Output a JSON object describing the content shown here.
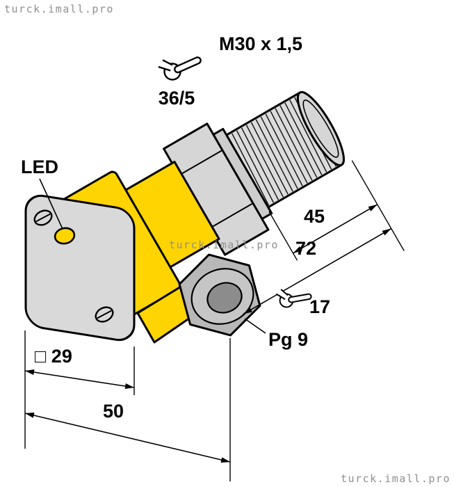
{
  "watermark": {
    "text": "turck.imall.pro"
  },
  "drawing": {
    "type": "sensor dimension drawing",
    "labels": {
      "thread_spec": "M30 x 1,5",
      "wrench_size_nut": "36/5",
      "led": "LED",
      "dim_thread_length": "45",
      "dim_barrel_length": "72",
      "wrench_size_gland": "17",
      "gland_thread": "Pg 9",
      "dim_flange_square": "□ 29",
      "dim_depth": "50"
    },
    "colors": {
      "housing_yellow": "#ffd400",
      "metal_light": "#dcdcdc",
      "metal_mid": "#c6c6c6",
      "metal_dark": "#8c8c8c",
      "outline": "#000000",
      "watermark_gray": "#8f8f8f"
    }
  }
}
